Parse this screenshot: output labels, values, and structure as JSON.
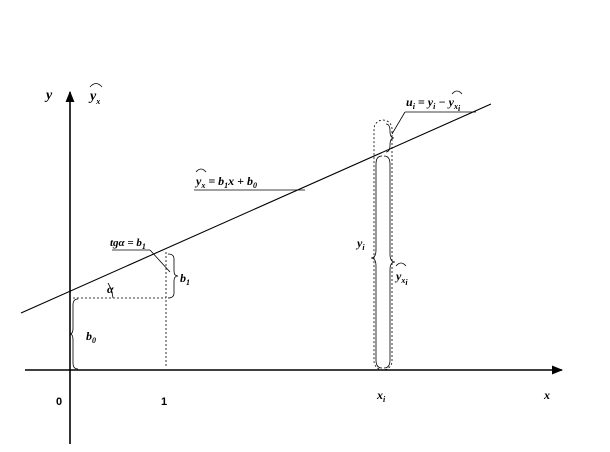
{
  "labels": {
    "y_axis": "y",
    "y_hat_x": "y",
    "y_hat_x_sub": "x",
    "x_axis": "x",
    "origin": "0",
    "one": "1",
    "x_i": "x",
    "x_i_sub": "i",
    "alpha": "α",
    "tg_eq": "tgα = b",
    "tg_eq_sub": "1",
    "b1_label": "b",
    "b1_label_sub": "1",
    "b0_label": "b",
    "b0_label_sub": "0",
    "regression_eq_lhs": "y",
    "regression_eq_lhs_sub": "x",
    "regression_eq_rhs": " = b",
    "regression_eq_rhs_sub1": "1",
    "regression_eq_rhs_mid": "x + b",
    "regression_eq_rhs_sub0": "0",
    "residual_u": "u",
    "residual_u_sub": "i",
    "residual_eq": " = y",
    "residual_eq_sub": "i",
    "residual_minus": " − y",
    "residual_minus_sub": "x",
    "residual_minus_subsub": "i",
    "y_i": "y",
    "y_i_sub": "i",
    "y_hat_xi": "y",
    "y_hat_xi_sub": "x",
    "y_hat_xi_subsub": "i"
  }
}
